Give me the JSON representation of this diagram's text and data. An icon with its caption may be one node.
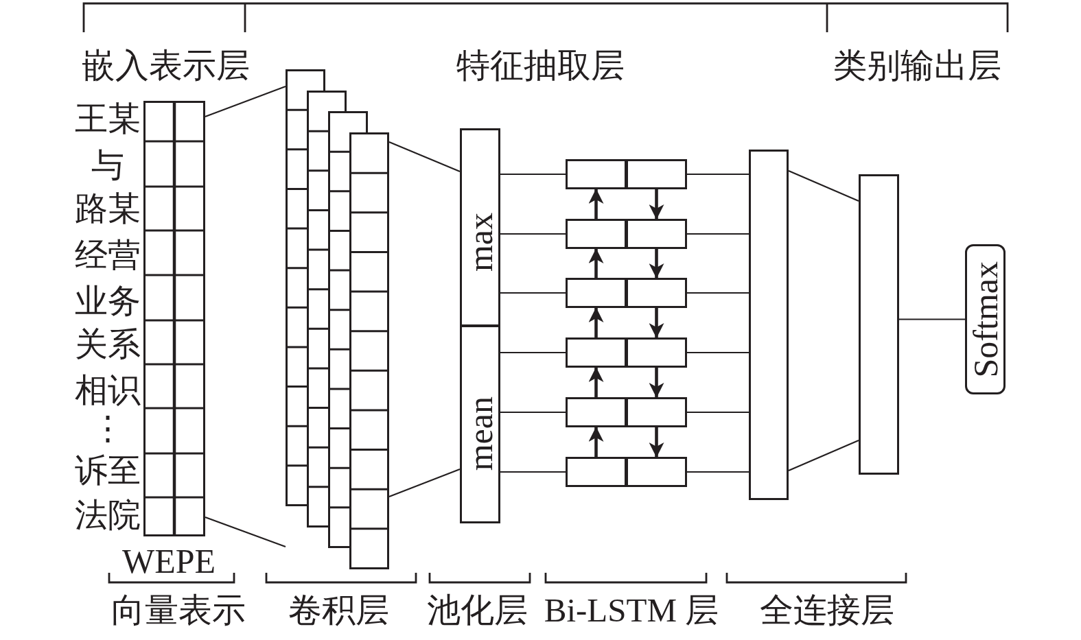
{
  "diagram": {
    "nodes": [
      {
        "text": [],
        "shape": "box"
      },
      {
        "text": [],
        "shape": "box"
      },
      {
        "text": [
          "max"
        ]
      },
      {
        "text": [
          "mean"
        ]
      },
      {
        "text": [],
        "shape": "box"
      },
      {
        "text": [],
        "shape": "box"
      },
      {
        "text": [],
        "shape": "box"
      },
      {
        "text": [],
        "shape": "box"
      },
      {
        "text": [],
        "shape": "box"
      },
      {
        "text": [],
        "shape": "box"
      },
      {
        "text": [],
        "shape": "box"
      },
      {
        "text": [],
        "shape": "box"
      },
      {
        "text": [],
        "shape": "box"
      },
      {
        "text": [],
        "shape": "box"
      },
      {
        "text": [],
        "shape": "box"
      },
      {
        "text": [],
        "shape": "box"
      },
      {
        "text": [],
        "shape": "box"
      },
      {
        "text": [],
        "shape": "box"
      },
      {
        "text": [
          "Softmax"
        ]
      }
    ],
    "edges": [
      {
        "from": 0,
        "to": 1,
        "arrow": "none"
      },
      {
        "from": 0,
        "to": 1,
        "arrow": "none"
      },
      {
        "from": 1,
        "to": 2,
        "arrow": "none"
      },
      {
        "from": 1,
        "to": 3,
        "arrow": "none"
      },
      {
        "from": 2,
        "to": 4,
        "arrow": "none"
      },
      {
        "from": 2,
        "to": 6,
        "arrow": "none"
      },
      {
        "from": 2,
        "to": 8,
        "arrow": "none"
      },
      {
        "from": 3,
        "to": 10,
        "arrow": "none"
      },
      {
        "from": 3,
        "to": 12,
        "arrow": "none"
      },
      {
        "from": 3,
        "to": 14,
        "arrow": "none"
      },
      {
        "from": 6,
        "to": 4,
        "arrow": "to",
        "style": "thick"
      },
      {
        "from": 8,
        "to": 6,
        "arrow": "to",
        "style": "thick"
      },
      {
        "from": 10,
        "to": 8,
        "arrow": "to",
        "style": "thick"
      },
      {
        "from": 12,
        "to": 10,
        "arrow": "to",
        "style": "thick"
      },
      {
        "from": 14,
        "to": 12,
        "arrow": "to",
        "style": "thick"
      },
      {
        "from": 5,
        "to": 7,
        "arrow": "to",
        "style": "thick"
      },
      {
        "from": 7,
        "to": 9,
        "arrow": "to",
        "style": "thick"
      },
      {
        "from": 9,
        "to": 11,
        "arrow": "to",
        "style": "thick"
      },
      {
        "from": 11,
        "to": 13,
        "arrow": "to",
        "style": "thick"
      },
      {
        "from": 13,
        "to": 15,
        "arrow": "to",
        "style": "thick"
      },
      {
        "from": 5,
        "to": 16,
        "arrow": "none"
      },
      {
        "from": 7,
        "to": 16,
        "arrow": "none"
      },
      {
        "from": 9,
        "to": 16,
        "arrow": "none"
      },
      {
        "from": 11,
        "to": 16,
        "arrow": "none"
      },
      {
        "from": 13,
        "to": 16,
        "arrow": "none"
      },
      {
        "from": 15,
        "to": 16,
        "arrow": "none"
      },
      {
        "from": 16,
        "to": 17,
        "arrow": "none"
      },
      {
        "from": 16,
        "to": 17,
        "arrow": "none"
      },
      {
        "from": 17,
        "to": 18,
        "arrow": "none"
      }
    ],
    "labels": [
      "嵌入表示层",
      "特征抽取层",
      "类别输出层",
      "王某",
      "与",
      "路某",
      "经营",
      "业务",
      "关系",
      "相识",
      "⋮",
      "诉至",
      "法院",
      "WEPE",
      "向量表示",
      "卷积层",
      "池化层",
      "Bi-LSTM 层",
      "全连接层"
    ]
  }
}
